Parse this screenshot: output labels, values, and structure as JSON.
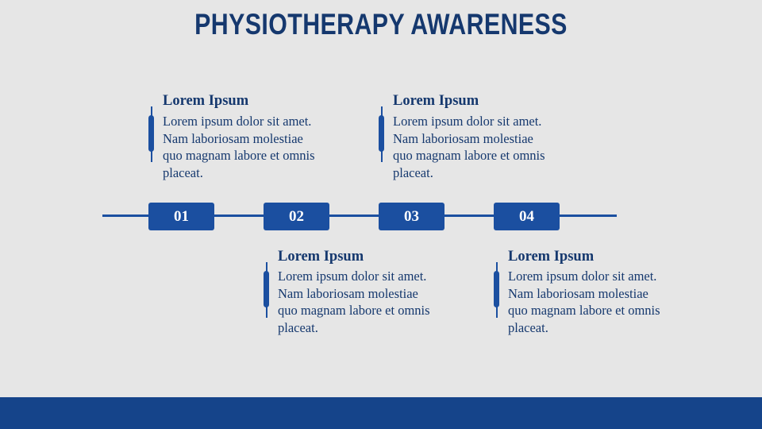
{
  "title": "PHYSIOTHERAPY AWARENESS",
  "colors": {
    "background": "#E6E6E6",
    "primary": "#1B4FA0",
    "text": "#15386E",
    "footer": "#15448A"
  },
  "timeline": {
    "steps": [
      {
        "number": "01",
        "position": "top",
        "heading": "Lorem Ipsum",
        "text": "Lorem ipsum dolor sit amet. Nam laboriosam molestiae quo magnam labore et omnis placeat."
      },
      {
        "number": "02",
        "position": "bottom",
        "heading": "Lorem Ipsum",
        "text": "Lorem ipsum dolor sit amet. Nam laboriosam molestiae quo magnam labore et omnis placeat."
      },
      {
        "number": "03",
        "position": "top",
        "heading": "Lorem Ipsum",
        "text": "Lorem ipsum dolor sit amet. Nam laboriosam molestiae quo magnam labore et omnis placeat."
      },
      {
        "number": "04",
        "position": "bottom",
        "heading": "Lorem Ipsum",
        "text": "Lorem ipsum dolor sit amet. Nam laboriosam molestiae quo magnam labore et omnis placeat."
      }
    ]
  }
}
